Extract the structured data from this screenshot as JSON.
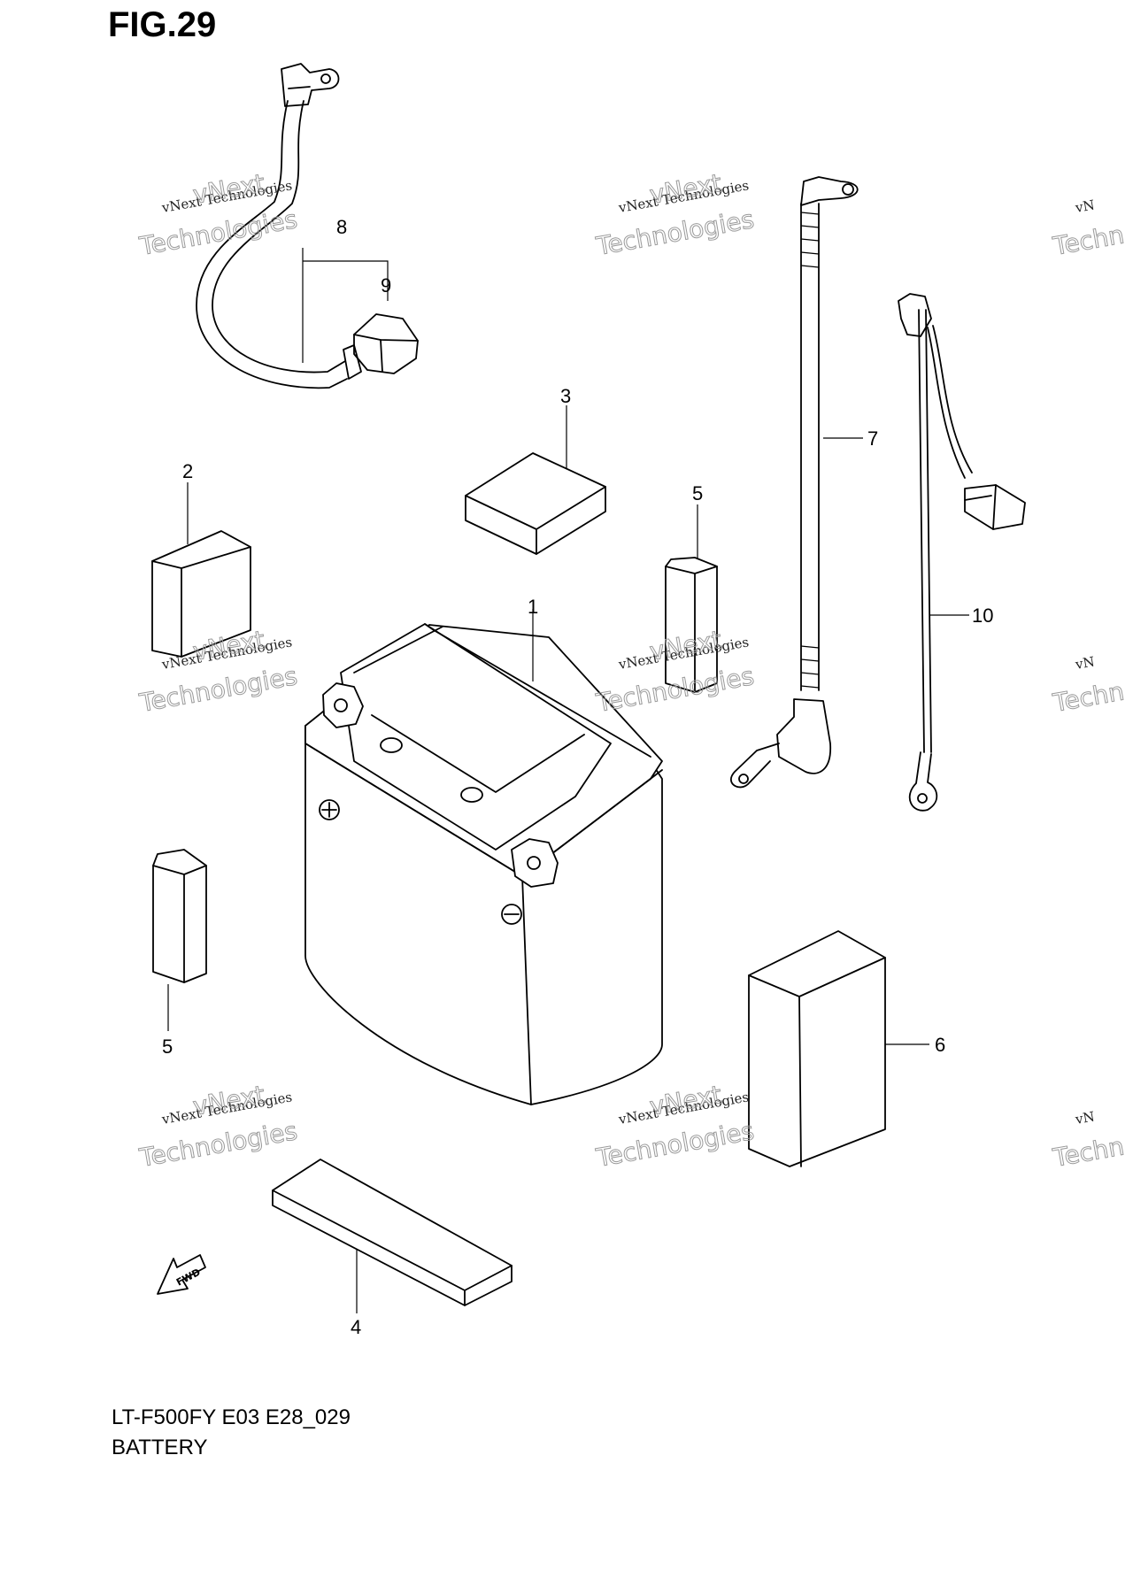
{
  "figure": {
    "title": "FIG.29",
    "model_code": "LT-F500FY E03 E28_029",
    "name": "BATTERY"
  },
  "callouts": {
    "p1": "1",
    "p2": "2",
    "p3": "3",
    "p4": "4",
    "p5a": "5",
    "p5b": "5",
    "p6": "6",
    "p7": "7",
    "p8": "8",
    "p9": "9",
    "p10": "10"
  },
  "watermark": {
    "line1": "vNext Technologies",
    "line2": "vNext",
    "line3": "Technologies",
    "partial1": "vN",
    "partial2": "Techn"
  },
  "fwd_label": "FWD"
}
